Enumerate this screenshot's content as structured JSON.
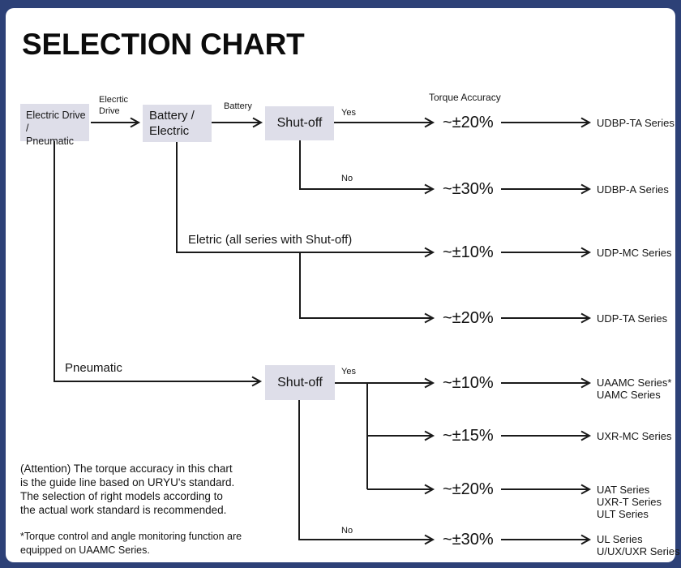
{
  "title": "SELECTION CHART",
  "nodes": {
    "root": [
      "Electric Drive /",
      "Pneumatic"
    ],
    "battery_electric": [
      "Battery /",
      "Electric"
    ],
    "shutoff_electric": "Shut-off",
    "shutoff_pneumatic": "Shut-off"
  },
  "edge_labels": {
    "electric_drive": [
      "Elecrtic",
      "Drive"
    ],
    "battery": "Battery",
    "torque_accuracy": "Torque Accuracy",
    "yes_electric": "Yes",
    "no_electric": "No",
    "electric_all_series": "Eletric (all series with Shut-off)",
    "pneumatic": "Pneumatic",
    "yes_pneumatic": "Yes",
    "no_pneumatic": "No"
  },
  "rows": [
    {
      "accuracy": "~±20%",
      "series": [
        "UDBP-TA Series"
      ]
    },
    {
      "accuracy": "~±30%",
      "series": [
        "UDBP-A Series"
      ]
    },
    {
      "accuracy": "~±10%",
      "series": [
        "UDP-MC Series"
      ]
    },
    {
      "accuracy": "~±20%",
      "series": [
        "UDP-TA Series"
      ]
    },
    {
      "accuracy": "~±10%",
      "series": [
        "UAAMC Series*",
        "UAMC Series"
      ]
    },
    {
      "accuracy": "~±15%",
      "series": [
        "UXR-MC Series"
      ]
    },
    {
      "accuracy": "~±20%",
      "series": [
        "UAT Series",
        "UXR-T Series",
        "ULT Series"
      ]
    },
    {
      "accuracy": "~±30%",
      "series": [
        "UL Series",
        "U/UX/UXR Series"
      ]
    }
  ],
  "notes": {
    "attention": [
      "(Attention) The torque accuracy in this chart",
      "is the guide line based on URYU's standard.",
      "The selection of right models according to",
      "the actual work standard is recommended."
    ],
    "footnote": [
      "*Torque control and angle monitoring function are",
      "equipped on UAAMC Series."
    ]
  },
  "colors": {
    "border": "#2d4177",
    "node_fill": "#dedee9",
    "line": "#1a1a1a"
  }
}
